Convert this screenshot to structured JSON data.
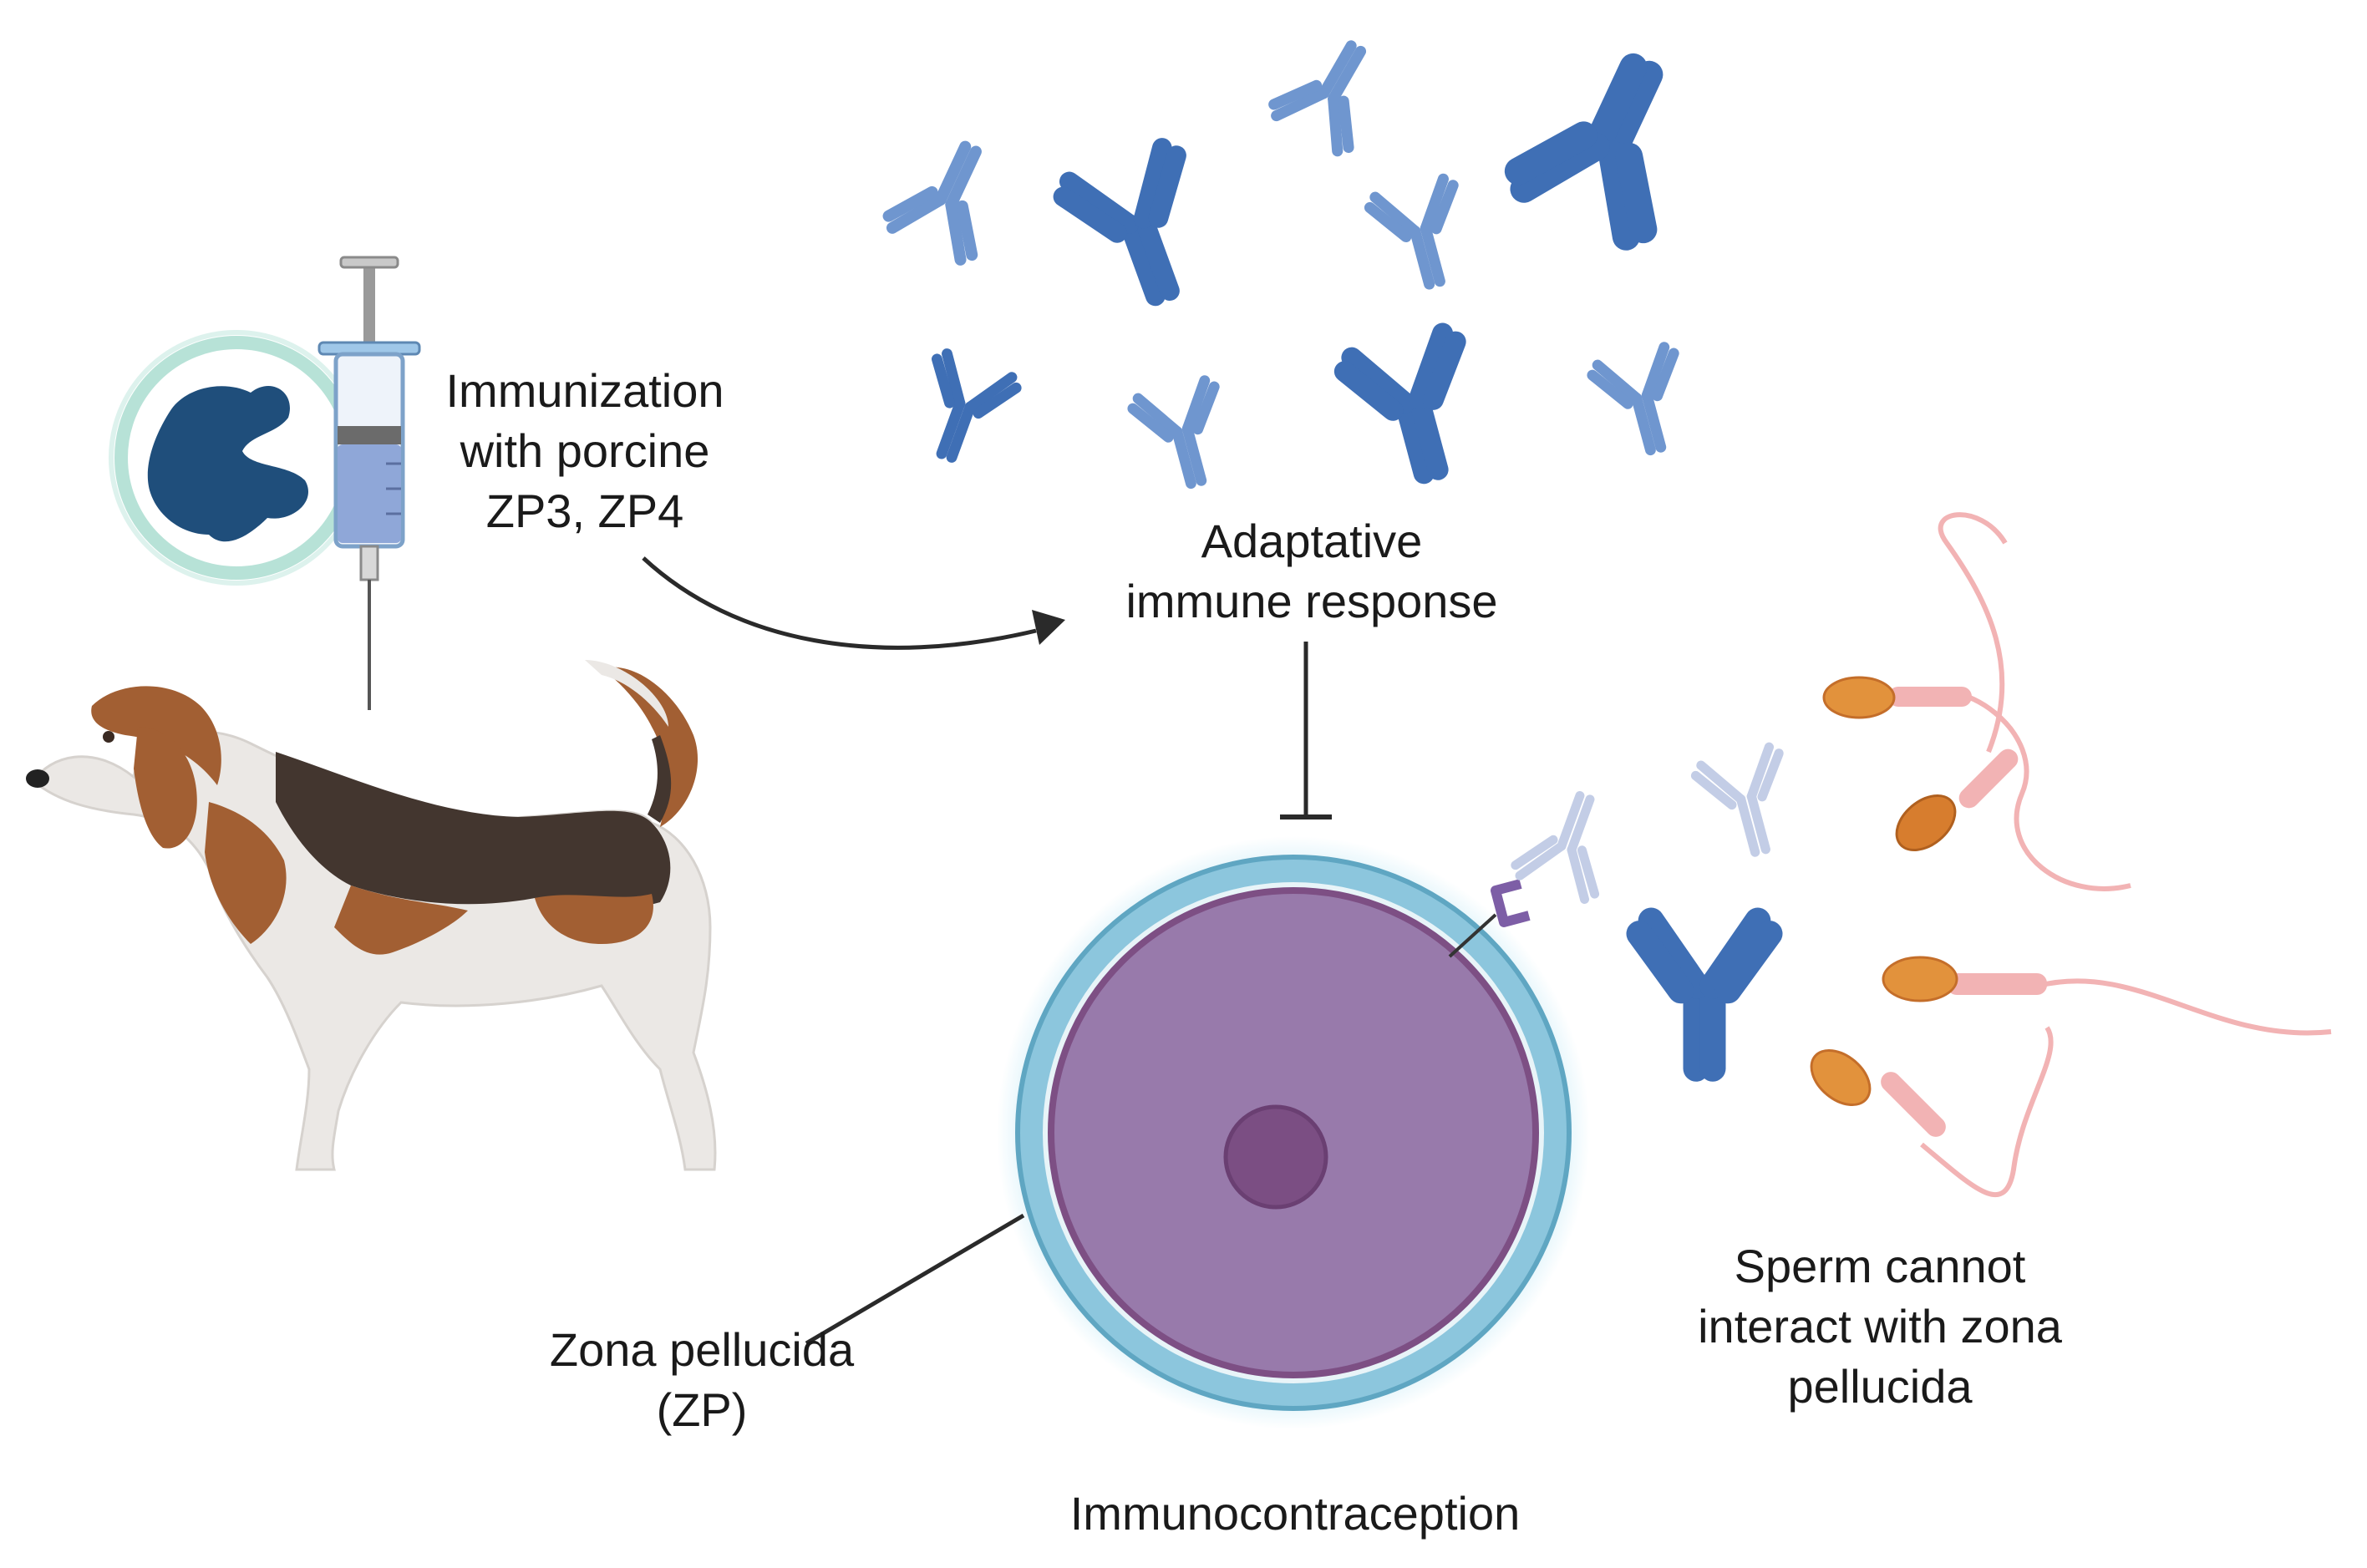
{
  "labels": {
    "immunization": [
      "Immunization",
      "with porcine",
      "ZP3, ZP4"
    ],
    "adaptive_response": [
      "Adaptative",
      "immune response"
    ],
    "zona_pellucida": [
      "Zona pellucida",
      "(ZP)"
    ],
    "sperm_blocked": [
      "Sperm cannot",
      "interact with zona",
      "pellucida"
    ],
    "outcome": [
      "Immunocontraception"
    ]
  },
  "colors": {
    "antibody_dark": "#3f6fb5",
    "antibody_light": "#6f96cf",
    "antibody_pale": "#c3cde6",
    "oocyte": "#987aab",
    "oocyte_border": "#7d4f84",
    "nucleus": "#7b4e83",
    "zona": "#8cc6dd",
    "zona_glow": "#bfe8f6",
    "receptor": "#7d5ea6",
    "sperm_head": "#e2923c",
    "sperm_tail": "#f2b3b4",
    "protein": "#1f4e7b",
    "dog_brown": "#a25f33",
    "dog_dark": "#43362f",
    "dog_white": "#ebe8e5"
  },
  "icons": [
    "protein-icon",
    "syringe-icon",
    "dog-icon",
    "antibody-icon",
    "oocyte-icon",
    "sperm-icon",
    "receptor-icon",
    "inhibition-icon",
    "arrow-icon"
  ]
}
